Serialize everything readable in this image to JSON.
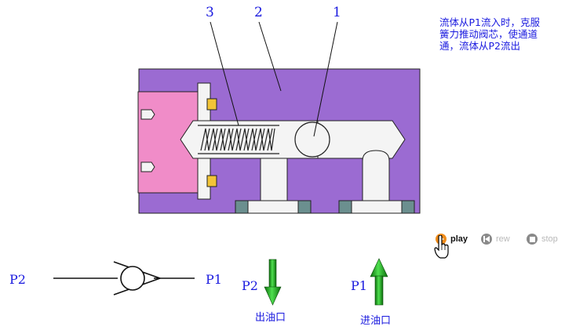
{
  "callouts": {
    "c1": "1",
    "c2": "2",
    "c3": "3"
  },
  "description": [
    "流体从P1流入时，克服",
    "簧力推动阀芯，使通道",
    "通，流体从P2流出"
  ],
  "controls": {
    "play": "play",
    "rew": "rew",
    "stop": "stop"
  },
  "symbol": {
    "left": "P2",
    "right": "P1"
  },
  "arrows": {
    "outlet": {
      "port": "P2",
      "label": "出油口",
      "direction": "down",
      "color": "#2fb52f"
    },
    "inlet": {
      "port": "P1",
      "label": "进油口",
      "direction": "up",
      "color": "#2fb52f"
    }
  },
  "colors": {
    "body": "#9b6bd2",
    "cover": "#f08cc8",
    "accent": "#1a1adf",
    "play": "#f08c1a"
  }
}
